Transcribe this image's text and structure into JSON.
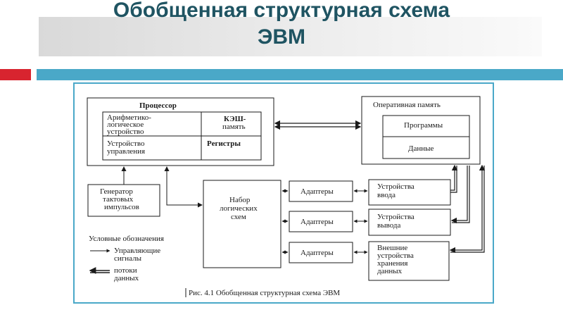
{
  "slide": {
    "title_line1": "Обобщенная структурная схема",
    "title_line2": "ЭВМ"
  },
  "diagram": {
    "processor": {
      "label": "Процессор",
      "alu": [
        "Арифметико-",
        "логическое",
        "устройство"
      ],
      "cache": [
        "КЭШ-",
        "память"
      ],
      "control": [
        "Устройство",
        "управления"
      ],
      "registers": "Регистры"
    },
    "ram": {
      "label": "Оперативная память",
      "programs": "Программы",
      "data": "Данные"
    },
    "generator": [
      "Генератор",
      "тактовых",
      "импульсов"
    ],
    "logic": [
      "Набор",
      "логических",
      "схем"
    ],
    "adapters": [
      "Адаптеры",
      "Адаптеры",
      "Адаптеры"
    ],
    "input_devices": [
      "Устройства",
      "ввода"
    ],
    "output_devices": [
      "Устройства",
      "вывода"
    ],
    "storage": [
      "Внешние",
      "устройства",
      "хранения",
      "данных"
    ],
    "legend": {
      "title": "Условные обозначения",
      "control": [
        "Управляющие",
        "сигналы"
      ],
      "data": [
        "потоки",
        "данных"
      ]
    },
    "caption": "Рис. 4.1 Обобщенная структурная схема ЭВМ"
  }
}
